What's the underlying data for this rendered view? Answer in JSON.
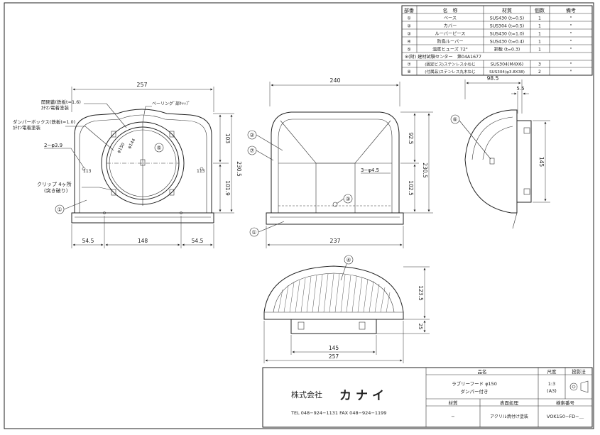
{
  "parts_table": {
    "headers": [
      "部番",
      "名　称",
      "材質",
      "個数",
      "備考"
    ],
    "rows": [
      {
        "no": "①",
        "name": "ベース",
        "material": "SUS430 (t=0.5)",
        "qty": "1",
        "note": "\""
      },
      {
        "no": "②",
        "name": "カバー",
        "material": "SUS304 (t=0.5)",
        "qty": "1",
        "note": "\""
      },
      {
        "no": "③",
        "name": "ルーバーピース",
        "material": "SUS430 (t=1.0)",
        "qty": "1",
        "note": "\""
      },
      {
        "no": "④",
        "name": "防鳥ルーバー",
        "material": "SUS430 (t=0.4)",
        "qty": "1",
        "note": "\""
      },
      {
        "no": "⑤",
        "name": "温度ヒューズ 72°",
        "material": "銅板 (t=0.3)",
        "qty": "1",
        "note": "\""
      }
    ],
    "note_row": "※(財) 建材試験センター　第04A1677",
    "rows2": [
      {
        "no": "⑦",
        "name": "(固定ビス)ステンレス小ねじ",
        "material": "SUS304(M4X6)",
        "qty": "3",
        "note": "\""
      },
      {
        "no": "⑧",
        "name": "(付属品)ステンレス丸木ねじ",
        "material": "SUS304(φ3.8X38)",
        "qty": "2",
        "note": "\""
      }
    ]
  },
  "front_view": {
    "width": "257",
    "height_total": "230.5",
    "height_upper": "103",
    "height_lower": "101.9",
    "bottom_left": "54.5",
    "bottom_mid": "148",
    "bottom_right": "54.5",
    "hole": "2−φ3.9",
    "d1": "φ150",
    "d2": "φ144",
    "label_louver_plate": "開閉蓋(鉄板t=1.6)",
    "label_louver_plate_2": "ｶﾁｵﾝ電着塗装",
    "label_damper_box": "ダンパーボックス(鉄板t=1.0)",
    "label_damper_box_2": "ｶﾁｵﾝ電着塗装",
    "label_bearing": "ベーリングﾞ部ｷｬｯﾌﾟ",
    "label_clip": "クリップ 4ヶ所",
    "label_clip_2": "(突き破り)",
    "mark_left": "113",
    "mark_right": "113",
    "callout_1": "①",
    "callout_5": "⑤"
  },
  "side_view": {
    "width_top": "240",
    "width_bottom": "237",
    "h_total": "230.5",
    "h_upper": "92.5",
    "h_lower": "102.5",
    "hole": "3−φ4.5",
    "callout_2": "②",
    "callout_7": "⑦",
    "callout_1": "①",
    "callout_3": "③"
  },
  "profile_view": {
    "depth": "98.5",
    "lip": "5.5",
    "height": "145",
    "callout_6": "⑥"
  },
  "bottom_view": {
    "width": "257",
    "inner": "145",
    "height": "123.5",
    "lip": "25",
    "callout_4": "④"
  },
  "title_block": {
    "company": "株式会社",
    "logo": "カナイ",
    "contact": "TEL  048−924−1131    FAX  048−924−1199",
    "h_name": "品名",
    "product": "ラブリーフード φ150",
    "product_2": "ダンパー付き",
    "h_scale": "尺度",
    "scale": "1:3",
    "scale_2": "(A3)",
    "h_projection": "投影法",
    "h_material": "材質",
    "material": "−",
    "h_finish": "表面処理",
    "finish": "アクリル焼付け塗装",
    "h_code": "検索番号",
    "code": "VOK150−FD−＿"
  }
}
